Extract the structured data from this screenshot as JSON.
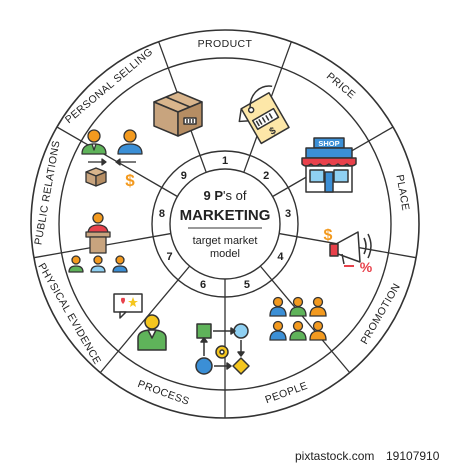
{
  "center": {
    "title_part1": "9 P",
    "title_part2": "'s of",
    "title_main": "MARKETING",
    "subtitle_line1": "target market",
    "subtitle_line2": "model"
  },
  "segments": [
    {
      "number": "1",
      "label": "PRODUCT",
      "icon": "box-icon"
    },
    {
      "number": "2",
      "label": "PRICE",
      "icon": "price-tag-icon"
    },
    {
      "number": "3",
      "label": "PLACE",
      "icon": "shop-icon"
    },
    {
      "number": "4",
      "label": "PROMOTION",
      "icon": "megaphone-icon"
    },
    {
      "number": "5",
      "label": "PEOPLE",
      "icon": "people-group-icon"
    },
    {
      "number": "6",
      "label": "PROCESS",
      "icon": "flowchart-icon"
    },
    {
      "number": "7",
      "label": "PHYSICAL EVIDENCE",
      "icon": "review-person-icon"
    },
    {
      "number": "8",
      "label": "PUBLIC RELATIONS",
      "icon": "speaker-podium-icon"
    },
    {
      "number": "9",
      "label": "PERSONAL SELLING",
      "icon": "sales-exchange-icon"
    }
  ],
  "icon_texts": {
    "shop_sign": "SHOP",
    "price_tag": "$",
    "dollar": "$",
    "percent": "%"
  },
  "watermark": {
    "left": "pixtastock.com",
    "right": "19107910"
  },
  "colors": {
    "line": "#333333",
    "yellow": "#f5c61e",
    "orange": "#f39a1f",
    "blue": "#3b8fd6",
    "light_blue": "#8fd0f2",
    "green": "#5fb35a",
    "red": "#e8414b",
    "box_tan": "#c8a47e"
  }
}
